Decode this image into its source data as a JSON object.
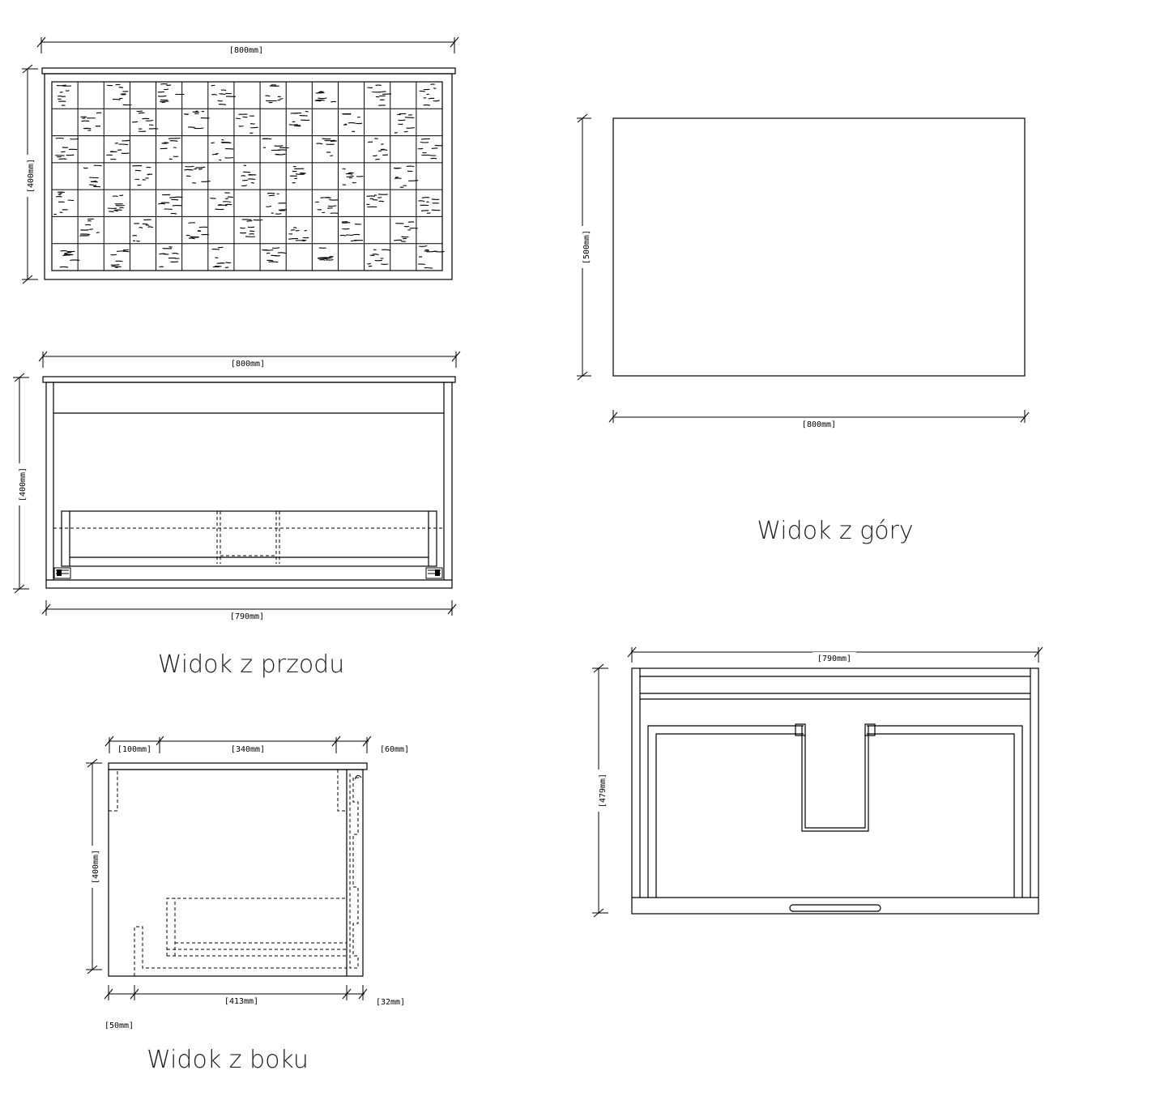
{
  "views": {
    "front": {
      "caption": "Widok z przodu"
    },
    "top": {
      "caption": "Widok z góry"
    },
    "side": {
      "caption": "Widok z boku"
    }
  },
  "dimensions": {
    "facade_width": "[800mm]",
    "facade_height": "[400mm]",
    "front_width": "[800mm]",
    "front_height": "[400mm]",
    "front_bottom_width": "[790mm]",
    "top_width": "[800mm]",
    "top_depth": "[500mm]",
    "side_top_a": "[100mm]",
    "side_top_b": "[340mm]",
    "side_top_c": "[60mm]",
    "side_height": "[400mm]",
    "side_bottom_a": "[413mm]",
    "side_bottom_b": "[32mm]",
    "side_bottom_c": "[50mm]",
    "drawer_width": "[790mm]",
    "drawer_depth": "[479mm]"
  }
}
